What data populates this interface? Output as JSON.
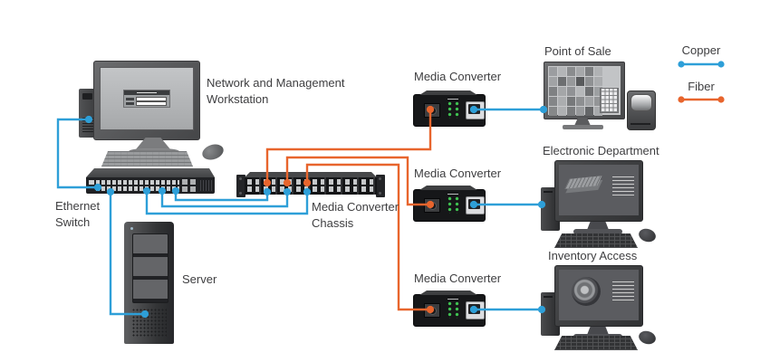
{
  "legend": {
    "copper": {
      "label": "Copper",
      "color": "#2E9FD8"
    },
    "fiber": {
      "label": "Fiber",
      "color": "#E8652D"
    }
  },
  "nodes": {
    "workstation": {
      "lines": [
        "Network and Management",
        "Workstation"
      ]
    },
    "ethernet_switch": {
      "lines": [
        "Ethernet",
        "Switch"
      ]
    },
    "server": {
      "label": "Server"
    },
    "chassis": {
      "lines": [
        "Media Converter",
        "Chassis"
      ]
    },
    "media_converter_1": {
      "label": "Media Converter"
    },
    "media_converter_2": {
      "label": "Media Converter"
    },
    "media_converter_3": {
      "label": "Media Converter"
    },
    "point_of_sale": {
      "label": "Point of Sale"
    },
    "electronic_department": {
      "label": "Electronic Department"
    },
    "inventory_access": {
      "label": "Inventory Access"
    }
  },
  "connections": [
    {
      "from": "workstation",
      "to": "ethernet-switch",
      "medium": "copper"
    },
    {
      "from": "ethernet-switch",
      "to": "server",
      "medium": "copper"
    },
    {
      "from": "ethernet-switch",
      "to": "media-converter-chassis-port-1",
      "medium": "copper"
    },
    {
      "from": "ethernet-switch",
      "to": "media-converter-chassis-port-2",
      "medium": "copper"
    },
    {
      "from": "ethernet-switch",
      "to": "media-converter-chassis-port-3",
      "medium": "copper"
    },
    {
      "from": "media-converter-chassis-port-1",
      "to": "media-converter-1",
      "medium": "fiber"
    },
    {
      "from": "media-converter-chassis-port-2",
      "to": "media-converter-2",
      "medium": "fiber"
    },
    {
      "from": "media-converter-chassis-port-3",
      "to": "media-converter-3",
      "medium": "fiber"
    },
    {
      "from": "media-converter-1",
      "to": "point-of-sale",
      "medium": "copper"
    },
    {
      "from": "media-converter-2",
      "to": "electronic-department",
      "medium": "copper"
    },
    {
      "from": "media-converter-3",
      "to": "inventory-access",
      "medium": "copper"
    }
  ]
}
